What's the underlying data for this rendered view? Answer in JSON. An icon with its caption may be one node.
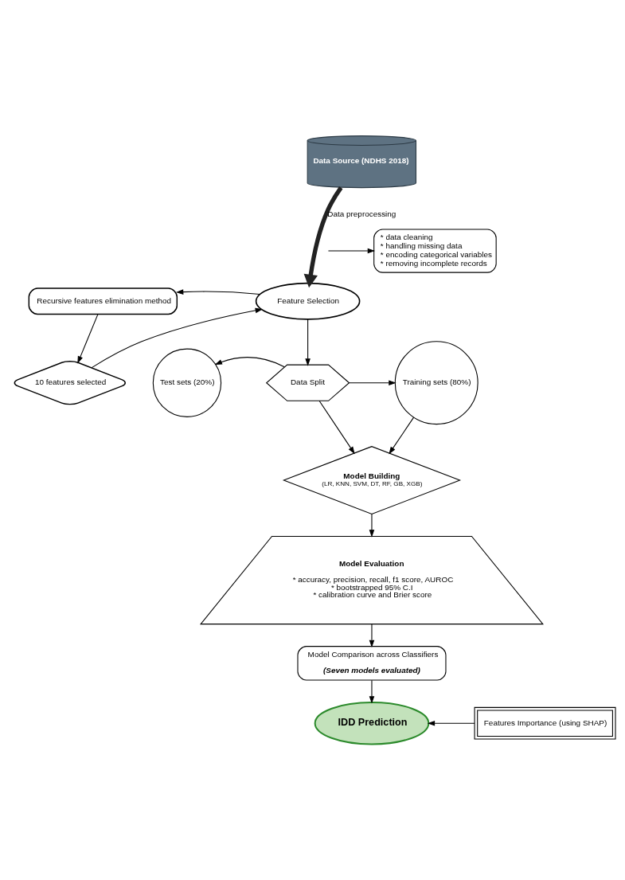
{
  "diagram": {
    "nodes": [
      {
        "text": [
          "Data Source (NDHS 2018)"
        ]
      },
      {
        "text": [
          "* data cleaning",
          "* handling missing data",
          "* encoding categorical variables",
          "* removing incomplete records"
        ]
      },
      {
        "text": [
          "Feature Selection"
        ]
      },
      {
        "text": [
          "Recursive features elimination method"
        ]
      },
      {
        "text": [
          "10 features selected"
        ]
      },
      {
        "text": [
          "Data Split"
        ]
      },
      {
        "text": [
          "Test sets (20%)"
        ]
      },
      {
        "text": [
          "Training sets (80%)"
        ]
      },
      {
        "text": [
          "Model Building",
          "(LR, KNN, SVM, DT, RF, GB, XGB)"
        ]
      },
      {
        "text": [
          "Model Evaluation",
          "* accuracy, precision, recall, f1 score, AUROC",
          "* bootstrapped 95% C.I",
          "* calibration curve and Brier score"
        ]
      },
      {
        "text": [
          "Model Comparison across Classifiers",
          "(Seven models evaluated)"
        ]
      },
      {
        "text": [
          "IDD Prediction"
        ]
      },
      {
        "text": [
          "Features Importance (using SHAP)"
        ]
      }
    ],
    "edges": [
      {
        "from": 0,
        "to": 2,
        "arrow": "to",
        "label": "Data preprocessing",
        "style": "thick"
      },
      {
        "from": null,
        "to": 1,
        "arrow": "to"
      },
      {
        "from": 2,
        "to": 3,
        "arrow": "to"
      },
      {
        "from": 3,
        "to": 4,
        "arrow": "to"
      },
      {
        "from": 4,
        "to": 2,
        "arrow": "to"
      },
      {
        "from": 2,
        "to": 5,
        "arrow": "to"
      },
      {
        "from": 5,
        "to": 6,
        "arrow": "to"
      },
      {
        "from": 5,
        "to": 7,
        "arrow": "to"
      },
      {
        "from": 5,
        "to": 8,
        "arrow": "to"
      },
      {
        "from": 7,
        "to": 8,
        "arrow": "to"
      },
      {
        "from": 8,
        "to": 9,
        "arrow": "to"
      },
      {
        "from": 9,
        "to": 10,
        "arrow": "to"
      },
      {
        "from": 10,
        "to": 11,
        "arrow": "to"
      },
      {
        "from": 12,
        "to": 11,
        "arrow": "to"
      }
    ]
  }
}
